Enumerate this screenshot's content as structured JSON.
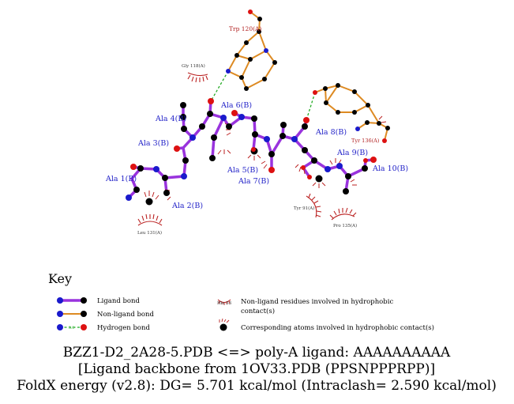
{
  "diagram": {
    "residue_labels": {
      "ala1": "Ala 1(B)",
      "ala2": "Ala 2(B)",
      "ala3": "Ala 3(B)",
      "ala4": "Ala 4(B)",
      "ala5": "Ala 5(B)",
      "ala6": "Ala 6(B)",
      "ala7": "Ala 7(B)",
      "ala8": "Ala 8(B)",
      "ala9": "Ala 9(B)",
      "ala10": "Ala 10(B)",
      "trp120": "Trp 120(A)",
      "tyr136": "Tyr 136(A)",
      "gly118": "Gly 118(A)",
      "tyr91": "Tyr 91(A)",
      "leu131": "Leu 131(A)",
      "res135": "Pro 135(A)"
    }
  },
  "key": {
    "title": "Key",
    "ligand_bond": "Ligand bond",
    "non_ligand_bond": "Non-ligand bond",
    "hydrogen_bond": "Hydrogen bond",
    "hbond_length": "3.0",
    "hydrophobic_example": "His 53",
    "hydrophobic_residues_line1": "Non-ligand residues involved in hydrophobic",
    "hydrophobic_residues_line2": "contact(s)",
    "corresponding_atoms": "Corresponding atoms involved in hydrophobic contact(s)"
  },
  "footer": {
    "line1": "BZZ1-D2_2A28-5.PDB <=> poly-A ligand: AAAAAAAAAA",
    "line2": "[Ligand backbone from 1OV33.PDB (PPSNPPPRPP)]",
    "line3": "FoldX energy (v2.8): DG= 5.701 kcal/mol (Intraclash= 2.590 kcal/mol)"
  },
  "colors": {
    "ligand_bond": "#9933dd",
    "non_ligand_bond": "#dd8a22",
    "hbond": "#22aa22",
    "carbon": "#000000",
    "nitrogen": "#1a1acc",
    "oxygen": "#dd1111",
    "hydrophobic": "#bb2222",
    "residue_text": "#2323c8"
  }
}
